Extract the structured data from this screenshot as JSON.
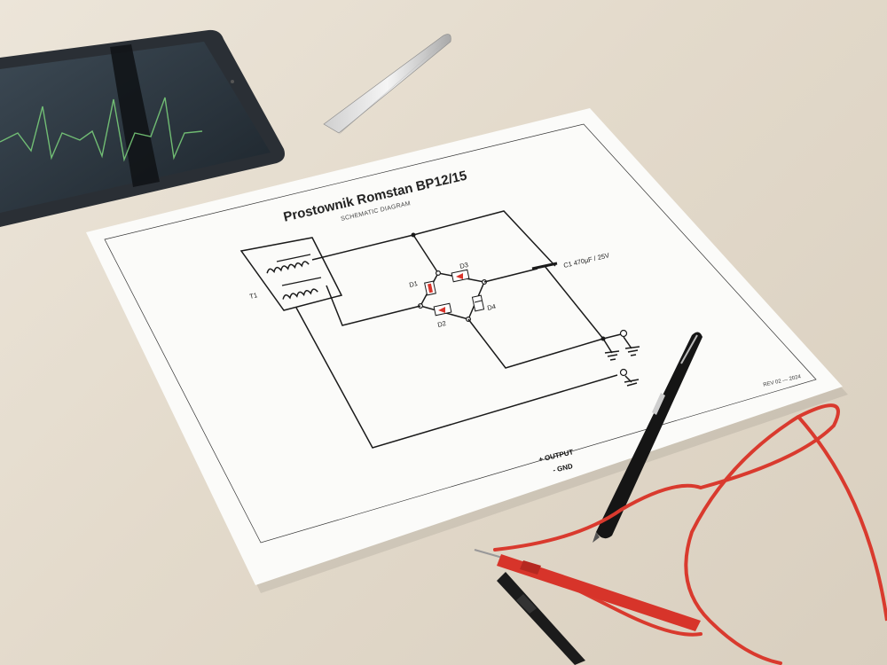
{
  "sheet": {
    "title": "Prostownik Romstan BP12/15",
    "subtitle": "SCHEMATIC DIAGRAM",
    "revision": "REV 02 — 2024"
  },
  "components": {
    "transformer": "T1",
    "diode1": "D1",
    "diode2": "D2",
    "diode3": "D3",
    "diode4": "D4",
    "capacitor": "C1 470µF / 25V"
  },
  "outputs": {
    "positive": "+ OUTPUT",
    "ground": "- GND"
  },
  "colors": {
    "desk": "#e6dfd3",
    "paper": "#fbfbf9",
    "ink": "#1a1a1a",
    "diode_red": "#d9342b",
    "lead_red": "#d93a2e",
    "tablet_trace": "#7cd47c"
  }
}
